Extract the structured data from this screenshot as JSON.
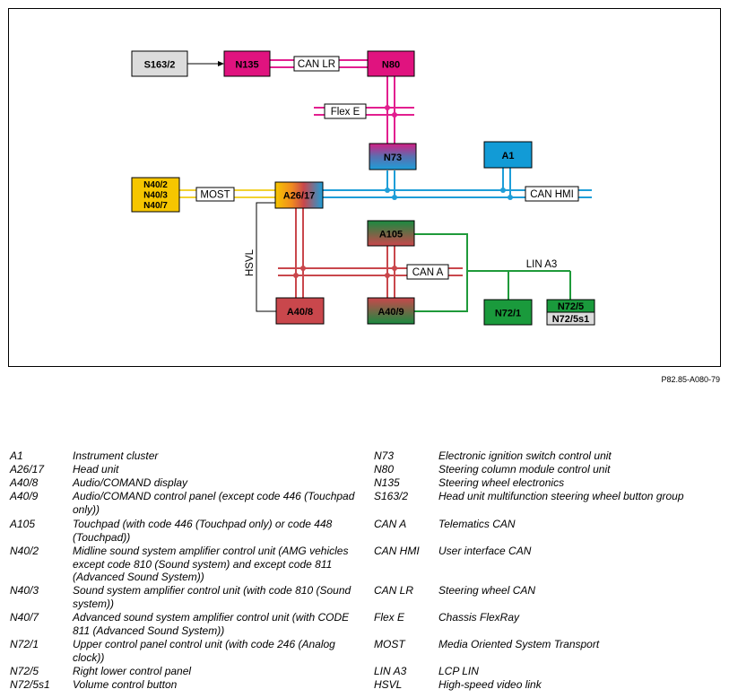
{
  "diagram": {
    "nodes": {
      "s163_2": "S163/2",
      "n135": "N135",
      "n80": "N80",
      "n73": "N73",
      "a1": "A1",
      "n40": [
        "N40/2",
        "N40/3",
        "N40/7"
      ],
      "a26_17": "A26/17",
      "a105": "A105",
      "a40_8": "A40/8",
      "a40_9": "A40/9",
      "n72_1": "N72/1",
      "n72_5": "N72/5",
      "n72_5s1": "N72/5s1"
    },
    "bus_labels": {
      "can_lr": "CAN LR",
      "flex_e": "Flex E",
      "most": "MOST",
      "can_hmi": "CAN HMI",
      "can_a": "CAN A",
      "lin_a3": "LIN A3",
      "hsvl": "HSVL"
    },
    "colors": {
      "can_lr": "#e21f8f",
      "can_hmi": "#1e9ed8",
      "most": "#f2d230",
      "can_a": "#c9474c",
      "lin": "#1f9a3a",
      "magenta_box": "#e0137f",
      "blue_box": "#129bd6",
      "yellow_box": "#f6c600",
      "green_box": "#1a9a3c",
      "grey_box": "#dcdcdc"
    }
  },
  "reference": "P82.85-A080-79",
  "legend": {
    "left": [
      {
        "code": "A1",
        "desc": "Instrument cluster"
      },
      {
        "code": "A26/17",
        "desc": "Head unit"
      },
      {
        "code": "A40/8",
        "desc": "Audio/COMAND display"
      },
      {
        "code": "A40/9",
        "desc": "Audio/COMAND control panel (except code 446 (Touchpad only))"
      },
      {
        "code": "A105",
        "desc": "Touchpad (with code 446 (Touchpad only) or code 448 (Touchpad))"
      },
      {
        "code": "N40/2",
        "desc": "Midline sound system amplifier control unit (AMG vehicles except code 810 (Sound system) and except code 811 (Advanced Sound System))"
      },
      {
        "code": "N40/3",
        "desc": "Sound system amplifier control unit (with code 810 (Sound system))"
      },
      {
        "code": "N40/7",
        "desc": "Advanced sound system amplifier control unit (with CODE 811 (Advanced Sound System))"
      },
      {
        "code": "N72/1",
        "desc": "Upper control panel control unit (with code 246 (Analog clock))"
      },
      {
        "code": "N72/5",
        "desc": "Right lower control panel"
      },
      {
        "code": "N72/5s1",
        "desc": "Volume control button"
      }
    ],
    "right": [
      {
        "code": "N73",
        "desc": "Electronic ignition switch control unit"
      },
      {
        "code": "N80",
        "desc": "Steering column module control unit"
      },
      {
        "code": "N135",
        "desc": "Steering wheel electronics"
      },
      {
        "code": "S163/2",
        "desc": "Head unit multifunction steering wheel button group"
      },
      {
        "code": "CAN A",
        "desc": "Telematics CAN"
      },
      {
        "code": "CAN HMI",
        "desc": "User interface CAN"
      },
      {
        "code": "CAN LR",
        "desc": "Steering wheel CAN"
      },
      {
        "code": "Flex E",
        "desc": "Chassis FlexRay"
      },
      {
        "code": "MOST",
        "desc": "Media Oriented System Transport"
      },
      {
        "code": "LIN A3",
        "desc": "LCP LIN"
      },
      {
        "code": "HSVL",
        "desc": "High-speed video link"
      }
    ]
  }
}
